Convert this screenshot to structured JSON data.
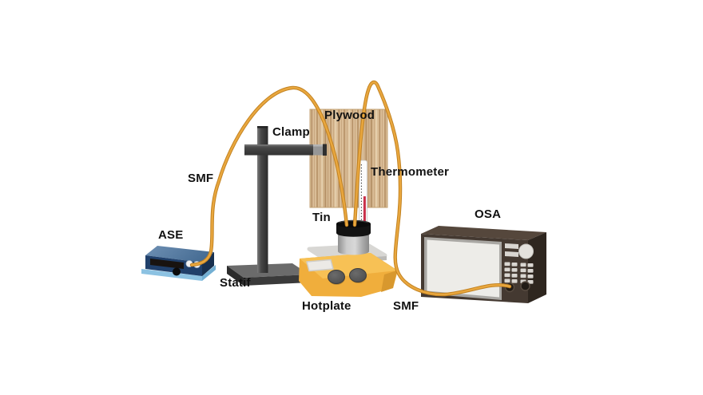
{
  "figure": {
    "type": "experimental-setup-diagram",
    "labels": {
      "smf_left": "SMF",
      "ase": "ASE",
      "statif": "Statif",
      "clamp": "Clamp",
      "plywood": "Plywood",
      "thermometer": "Thermometer",
      "tin": "Tin",
      "hotplate": "Hotplate",
      "smf_right": "SMF",
      "osa": "OSA"
    },
    "colors": {
      "fiber_core": "#E9A73E",
      "fiber_edge": "#C28221",
      "plywood_base": "#DABD97",
      "plywood_grain": "#AF8A5E",
      "stand_top": "#6B6B6B",
      "stand_front": "#3A3A3A",
      "thermometer_red": "#C9304A",
      "tin_lid": "#131313",
      "hotplate_body": "#F0AE3C",
      "hotplate_panel": "#F7C155",
      "hotplate_plate": "#D8D7D4",
      "ase_front": "#20406B",
      "ase_top": "#5B80A7",
      "ase_rim": "#8CC2E2",
      "osa_front": "#443931",
      "osa_top": "#55473C",
      "osa_side": "#2E261F",
      "osa_screen": "#EDECE8",
      "label_color": "#111111"
    }
  }
}
